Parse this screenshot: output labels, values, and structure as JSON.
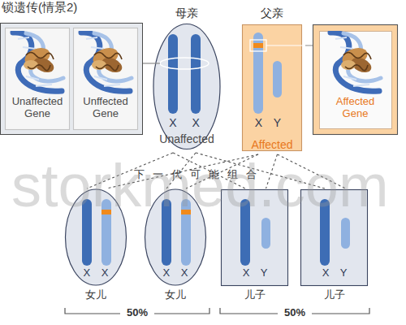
{
  "diagram": {
    "title": "锁遗传(情景2)",
    "nodes": [
      {
        "text": [
          "Unaffected Gene"
        ]
      },
      {
        "text": [
          "Unffected Gene"
        ]
      },
      {
        "text": [
          "母亲",
          "X X",
          "Unaffected"
        ]
      },
      {
        "text": [
          "父亲",
          "X Y",
          "Affected"
        ]
      },
      {
        "text": [
          "Affected Gene"
        ]
      },
      {
        "text": [
          "X X",
          "女儿"
        ]
      },
      {
        "text": [
          "X X",
          "女儿"
        ]
      },
      {
        "text": [
          "X Y",
          "儿子"
        ]
      },
      {
        "text": [
          "X Y",
          "儿子"
        ]
      }
    ],
    "edges": [
      {
        "from": 3,
        "to": 4,
        "arrow": "none"
      },
      {
        "from": 2,
        "to": 5,
        "arrow": "none"
      },
      {
        "from": 2,
        "to": 6,
        "arrow": "none"
      },
      {
        "from": 2,
        "to": 7,
        "arrow": "none"
      },
      {
        "from": 2,
        "to": 8,
        "arrow": "none"
      },
      {
        "from": 3,
        "to": 5,
        "arrow": "none"
      },
      {
        "from": 3,
        "to": 6,
        "arrow": "none"
      },
      {
        "from": 3,
        "to": 7,
        "arrow": "none"
      },
      {
        "from": 3,
        "to": 8,
        "arrow": "none"
      }
    ],
    "labels": [
      "下一代可能组合",
      "50%",
      "50%",
      "storkmed.com"
    ]
  }
}
